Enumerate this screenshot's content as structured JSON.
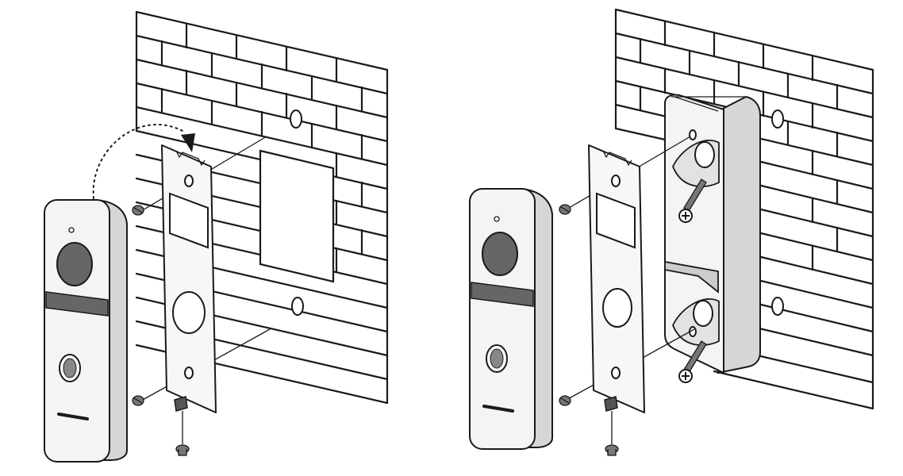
{
  "figure": {
    "panels": [
      {
        "id": "flat-mount",
        "parts": [
          "brick-wall",
          "wall-cavity",
          "mounting-plate",
          "doorbell-unit",
          "plate-screws",
          "bottom-lock-screw"
        ]
      },
      {
        "id": "angled-mount",
        "parts": [
          "brick-wall",
          "angled-wedge-bracket",
          "wall-plugs",
          "mounting-plate",
          "doorbell-unit",
          "plate-screws",
          "bottom-lock-screw"
        ]
      }
    ],
    "colors": {
      "line": "#1a1a1a",
      "fill": "#f4f4f4",
      "shade": "#d6d6d6",
      "background": "#ffffff"
    }
  }
}
